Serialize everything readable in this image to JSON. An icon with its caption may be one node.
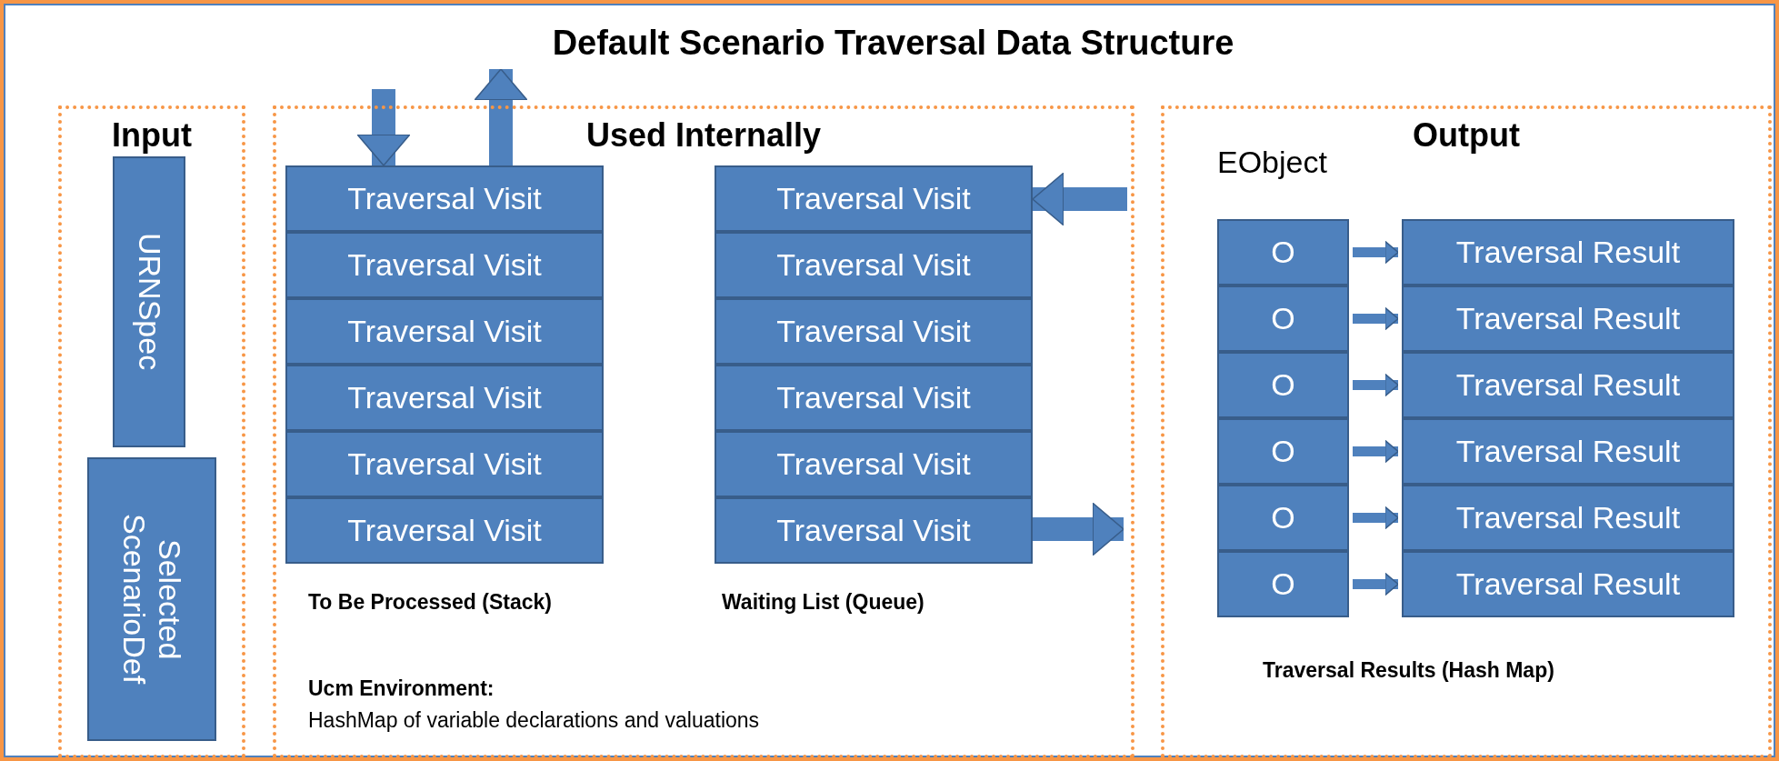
{
  "diagram": {
    "title": "Default Scenario Traversal Data Structure",
    "nodes": [
      {
        "text": [
          "Input"
        ]
      },
      {
        "text": [
          "URNSpec"
        ],
        "in": 0
      },
      {
        "text": [
          "Selected ScenarioDef"
        ],
        "in": 0
      },
      {
        "text": [
          "Used Internally"
        ]
      },
      {
        "text": [
          "Traversal Visit"
        ],
        "in": 3
      },
      {
        "text": [
          "Traversal Visit"
        ],
        "in": 3
      },
      {
        "text": [
          "Traversal Visit"
        ],
        "in": 3
      },
      {
        "text": [
          "Traversal Visit"
        ],
        "in": 3
      },
      {
        "text": [
          "Traversal Visit"
        ],
        "in": 3
      },
      {
        "text": [
          "Traversal Visit"
        ],
        "in": 3
      },
      {
        "text": [
          "Traversal Visit"
        ],
        "in": 3
      },
      {
        "text": [
          "Traversal Visit"
        ],
        "in": 3
      },
      {
        "text": [
          "Traversal Visit"
        ],
        "in": 3
      },
      {
        "text": [
          "Traversal Visit"
        ],
        "in": 3
      },
      {
        "text": [
          "Traversal Visit"
        ],
        "in": 3
      },
      {
        "text": [
          "Traversal Visit"
        ],
        "in": 3
      },
      {
        "text": [
          "Output"
        ]
      },
      {
        "text": [
          "O"
        ],
        "in": 16
      },
      {
        "text": [
          "Traversal Result"
        ],
        "in": 16
      },
      {
        "text": [
          "O"
        ],
        "in": 16
      },
      {
        "text": [
          "Traversal Result"
        ],
        "in": 16
      },
      {
        "text": [
          "O"
        ],
        "in": 16
      },
      {
        "text": [
          "Traversal Result"
        ],
        "in": 16
      },
      {
        "text": [
          "O"
        ],
        "in": 16
      },
      {
        "text": [
          "Traversal Result"
        ],
        "in": 16
      },
      {
        "text": [
          "O"
        ],
        "in": 16
      },
      {
        "text": [
          "Traversal Result"
        ],
        "in": 16
      },
      {
        "text": [
          "O"
        ],
        "in": 16
      },
      {
        "text": [
          "Traversal Result"
        ],
        "in": 16
      }
    ],
    "edges": [
      {
        "from": null,
        "to": 4,
        "arrow": "to",
        "style": "thick"
      },
      {
        "from": 4,
        "to": null,
        "arrow": "to",
        "style": "thick"
      },
      {
        "from": null,
        "to": 10,
        "arrow": "to",
        "style": "thick"
      },
      {
        "from": 15,
        "to": null,
        "arrow": "to",
        "style": "thick"
      },
      {
        "from": 17,
        "to": 18,
        "arrow": "to"
      },
      {
        "from": 19,
        "to": 20,
        "arrow": "to"
      },
      {
        "from": 21,
        "to": 22,
        "arrow": "to"
      },
      {
        "from": 23,
        "to": 24,
        "arrow": "to"
      },
      {
        "from": 25,
        "to": 26,
        "arrow": "to"
      },
      {
        "from": 27,
        "to": 28,
        "arrow": "to"
      }
    ],
    "labels": [
      "EObject",
      "To Be Processed (Stack)",
      "Waiting List (Queue)",
      "Traversal Results (Hash Map)",
      "Ucm Environment:",
      "HashMap of variable declarations and valuations"
    ]
  }
}
